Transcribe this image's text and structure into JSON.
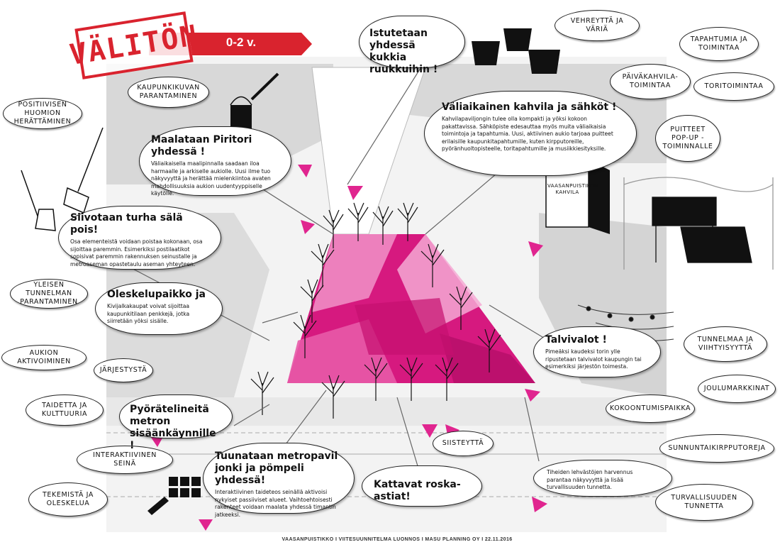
{
  "stamp": {
    "text": "VÄLITÖN"
  },
  "timeframe": {
    "label": "0-2 v."
  },
  "footer": {
    "text": "VAASANPUISTIKKO   I   VIITESUUNNITELMA LUONNOS   I   MASU PLANNING OY   I   22.11.2016"
  },
  "kiosk": {
    "label": "VAASANPUISTIKON KAHVILA"
  },
  "ideas": {
    "positiivisen": "POSITIIVISEN HUOMION HERÄTTÄMINEN",
    "kaupunkikuvan": "KAUPUNKIKUVAN PARANTAMINEN",
    "yleisen": "YLEISEN TUNNELMAN PARANTAMINEN",
    "aukion": "AUKION AKTIVOIMINEN",
    "jarjestysta": "JÄRJESTYSTÄ",
    "taidetta": "TAIDETTA JA KULTTUURIA",
    "interaktiivinen": "INTERAKTIIVINEN SEINÄ",
    "tekemista": "TEKEMISTÄ JA OLESKELUA",
    "siisteytta": "SIISTEYTTÄ",
    "vehreytta": "VEHREYTTÄ JA VÄRIÄ",
    "tapahtumia": "TAPAHTUMIA JA TOIMINTAA",
    "paivakahvila": "PÄIVÄKAHVILA-TOIMINTAA",
    "toritoimintaa": "TORITOIMINTAA",
    "puitteet": "PUITTEET POP-UP -TOIMINNALLE",
    "tunnelmaa": "TUNNELMAA JA VIIHTYISYYTTÄ",
    "joulumarkkinat": "JOULUMARKKINAT",
    "kokoontumispaikka": "KOKOONTUMISPAIKKA",
    "sunnuntai": "SUNNUNTAIKIRPPUTOREJA",
    "turvallisuuden": "TURVALLISUUDEN TUNNETTA"
  },
  "callouts": {
    "istutetaan": {
      "title": "Istutetaan yhdessä kukkia ruukkuihin !"
    },
    "maalataan": {
      "title": "Maalataan Piritori yhdessä !",
      "body": "Väliaikaisella maalipinnalla saadaan iloa harmaalle ja arkiselle aukiolle. Uusi ilme tuo näkyvyyttä ja herättää mielenkiintoa avaten mahdollisuuksia aukion uudentyyppiselle käytölle."
    },
    "kahvila": {
      "title": "Väliaikainen kahvila ja sähköt !",
      "body": "Kahvilapaviljongin tulee olla kompakti ja yöksi kokoon pakattavissa. Sähköpiste edesauttaa myös muita väliaikaisia toimintoja ja tapahtumia. Uusi, aktiivinen aukio tarjoaa puitteet erilaisille kaupunkitapahtumille, kuten kirpputoreille, pyöränhuoltopisteelle, toritapahtumille ja musiikkiesityksille."
    },
    "siivotaan": {
      "title": "Siivotaan turha sälä pois!",
      "body": "Osa elementeistä voidaan poistaa kokonaan, osa sijoittaa paremmin. Esimerkiksi postilaatikot sopisivat paremmin rakennuksen seinustalle ja metroaseman opastetaulu aseman yhteyteen."
    },
    "oleskelu": {
      "title": "Oleskelupaikko ja",
      "body": "Kivijalkakaupat voivat sijoittaa kaupunkitilaan penkkejä, jotka siirretään yöksi sisälle."
    },
    "talvivalot": {
      "title": "Talvivalot !",
      "body": "Pimeäksi kaudeksi torin ylle ripustetaan talvivalot kaupungin tai esimerkiksi järjestön toimesta."
    },
    "pyoratelineita": {
      "title": "Pyörätelineitä metron sisäänkäynnille !"
    },
    "tuunataan": {
      "title": "Tuunataan metropavil jonki ja pömpeli yhdessä!",
      "body": "Interaktiivinen taideteos seinällä aktivoisi nykyiset passiiviset alueet. Vaihtoehtoisesti rakenteet voidaan maalata yhdessä timantin jatkeeksi."
    },
    "roska": {
      "title": "Kattavat roska-astiat!"
    },
    "tiheiden": {
      "body": "Tiheiden lehvästöjen harvennus parantaa näkyvyyttä ja lisää turvallisuuden tunnetta."
    }
  },
  "colors": {
    "accent_red": "#d9232e",
    "plaza_pink": "#d6197f",
    "pink_light": "#f08cc4",
    "building_gray": "#d7d7d7"
  }
}
